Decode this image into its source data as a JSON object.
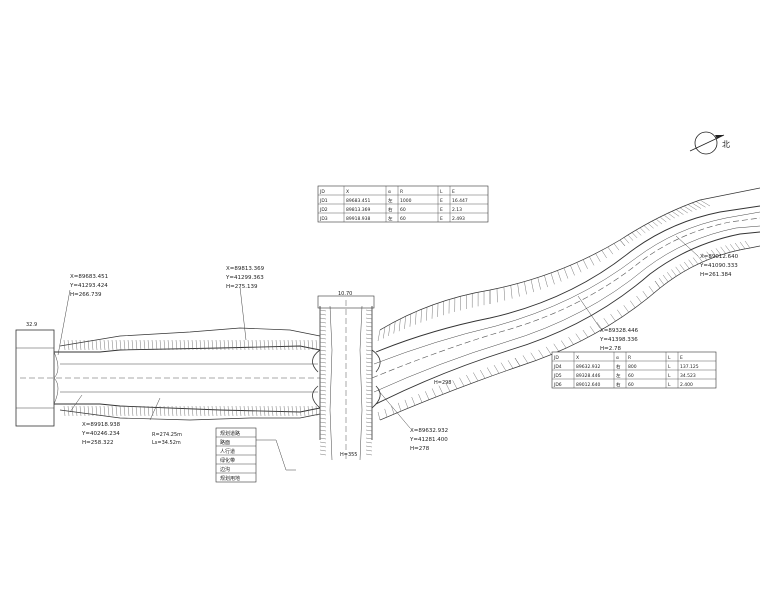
{
  "annotations": {
    "ip_left": [
      "X=89683.451",
      "Y=41293.424",
      "H=266.739"
    ],
    "ip_mid": [
      "X=89813.369",
      "Y=41299.363",
      "H=275.139"
    ],
    "ip_bottom_left": [
      "X=89918.938",
      "Y=40246.234",
      "H=258.322"
    ],
    "ip_bottom_mid": [
      "R=274.25m",
      "Ls=34.52m"
    ],
    "ip_cross": [
      "X=89632.932",
      "Y=41281.400",
      "H=278"
    ],
    "ip_right": [
      "X=89328.446",
      "Y=41398.336",
      "H=2.78"
    ],
    "ip_far_right": [
      "X=89012.640",
      "Y=41090.333",
      "H=261.384"
    ],
    "scale_left": "32.9",
    "scale_mid": "10.70",
    "note_right": "H=298",
    "note_cross": "H=355"
  },
  "legend_labels": [
    "规划道路",
    "路面",
    "人行道",
    "绿化带",
    "边沟",
    "规划用地"
  ],
  "table_top": {
    "rows": [
      [
        "JD",
        "X",
        "α",
        "R",
        "L",
        "E"
      ],
      [
        "JD1",
        "89683.451",
        "左",
        "1000",
        "E",
        "16.447"
      ],
      [
        "JD2",
        "89813.369",
        "右",
        "60",
        "E",
        "2.13"
      ],
      [
        "JD3",
        "89918.938",
        "左",
        "60",
        "E",
        "2.493"
      ]
    ]
  },
  "table_right": {
    "rows": [
      [
        "JD",
        "X",
        "α",
        "R",
        "L",
        "E"
      ],
      [
        "JD4",
        "89632.932",
        "右",
        "800",
        "L",
        "137.125"
      ],
      [
        "JD5",
        "89328.446",
        "左",
        "60",
        "L",
        "34.523"
      ],
      [
        "JD6",
        "89012.640",
        "右",
        "60",
        "L",
        "2.400"
      ]
    ]
  },
  "north_label": "北"
}
